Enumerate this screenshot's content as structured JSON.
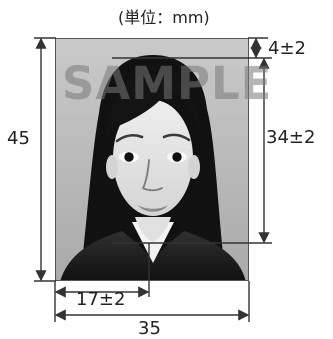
{
  "diagram": {
    "unit_label": "(単位：mm)",
    "sample_watermark": "SAMPLE",
    "dimensions": {
      "top_margin": "4±2",
      "face_height": "34±2",
      "photo_height": "45",
      "center_offset": "17±2",
      "photo_width": "35"
    }
  },
  "colors": {
    "line": "#333333",
    "background": "#bdbdbd"
  }
}
